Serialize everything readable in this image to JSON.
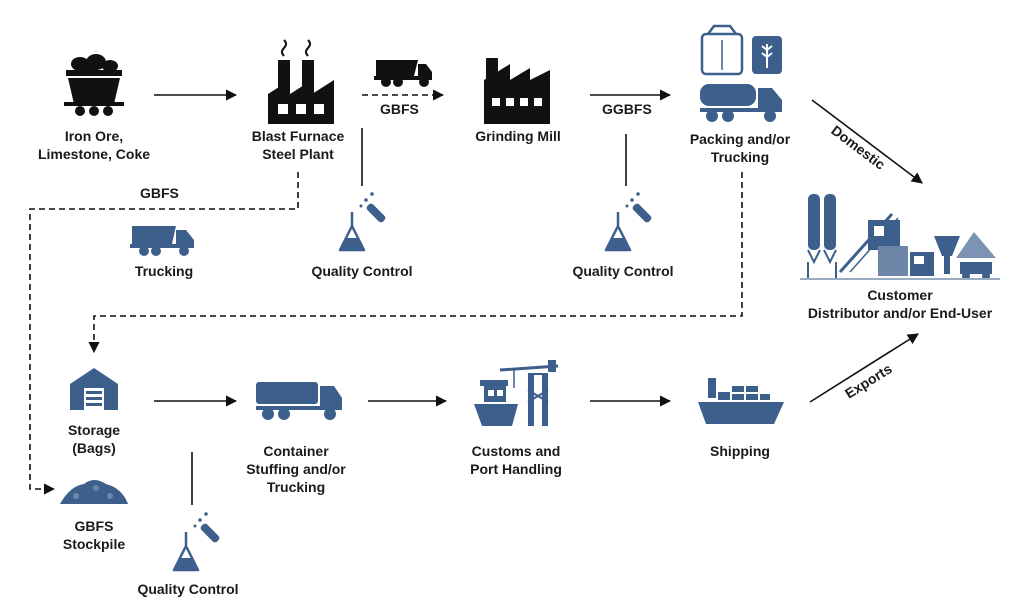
{
  "nodes": {
    "raw_materials": {
      "line1": "Iron Ore,",
      "line2": "Limestone, Coke"
    },
    "blast_furnace": {
      "line1": "Blast Furnace",
      "line2": "Steel Plant"
    },
    "grinding_mill": {
      "line1": "Grinding Mill"
    },
    "packing": {
      "line1": "Packing and/or",
      "line2": "Trucking"
    },
    "customer": {
      "line1": "Customer",
      "line2": "Distributor and/or End-User"
    },
    "trucking": {
      "line1": "Trucking"
    },
    "qc_furnace": {
      "line1": "Quality Control"
    },
    "qc_mill": {
      "line1": "Quality Control"
    },
    "storage": {
      "line1": "Storage",
      "line2": "(Bags)"
    },
    "stockpile": {
      "line1": "GBFS",
      "line2": "Stockpile"
    },
    "container": {
      "line1": "Container",
      "line2": "Stuffing and/or",
      "line3": "Trucking"
    },
    "customs": {
      "line1": "Customs and",
      "line2": "Port Handling"
    },
    "shipping": {
      "line1": "Shipping"
    },
    "qc_container": {
      "line1": "Quality Control"
    }
  },
  "edges": {
    "furnace_to_mill": "GBFS",
    "mill_to_packing": "GGBFS",
    "furnace_to_storage": "GBFS",
    "domestic": "Domestic",
    "exports": "Exports"
  },
  "colors": {
    "icon_blue": "#3d5f8c",
    "icon_black": "#111111",
    "arrow": "#111111"
  }
}
